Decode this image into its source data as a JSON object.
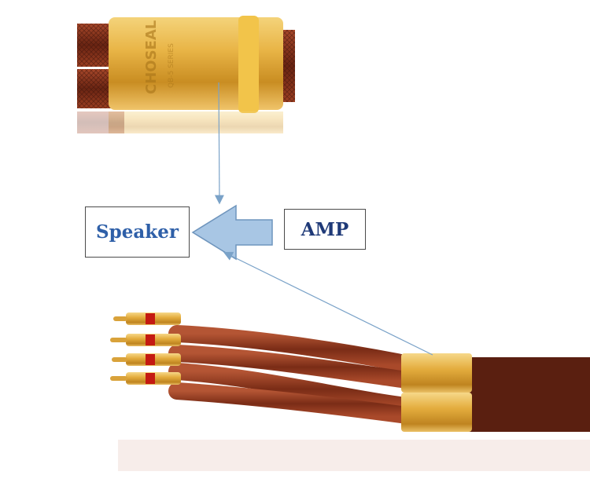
{
  "labels": {
    "speaker": "Speaker",
    "amp": "AMP"
  },
  "photos": {
    "top": "cable-connector-closeup",
    "bottom": "speaker-cable-banana-plugs"
  },
  "colors": {
    "speaker_text": "#2e5fa8",
    "amp_text": "#1f3a78",
    "arrow_fill": "#a8c6e4",
    "arrow_stroke": "#6f95bd",
    "thin_arrow": "#7aa2c8",
    "braid": "#7a2e14",
    "gold": "#d8a43a"
  },
  "icons": {
    "direction_arrow": "left-block-arrow-icon"
  }
}
